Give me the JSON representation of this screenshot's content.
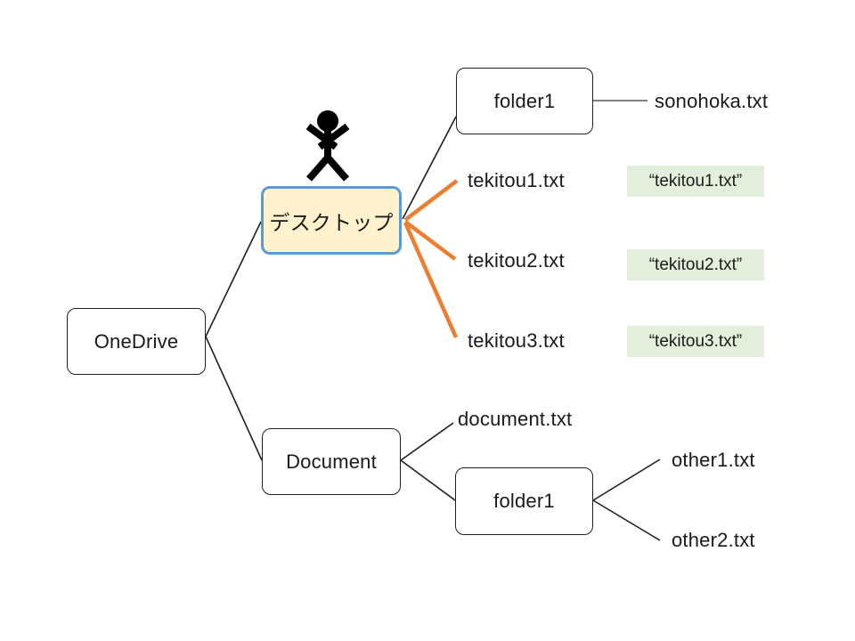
{
  "diagram_title": "OneDrive folder tree diagram",
  "colors": {
    "background": "#FFFFFF",
    "node_border": "#1F1F1F",
    "desktop_fill": "#FFF2CC",
    "desktop_border": "#5B9BD5",
    "highlight_line": "#ED7D31",
    "content_box_fill": "#E2EFDA",
    "gray_connector": "#7F7F7F",
    "person_icon": "#000000"
  },
  "nodes": {
    "onedrive": {
      "label": "OneDrive"
    },
    "desktop": {
      "label": "デスクトップ"
    },
    "folder1_top": {
      "label": "folder1"
    },
    "document": {
      "label": "Document"
    },
    "folder1_bottom": {
      "label": "folder1"
    }
  },
  "files": {
    "sonohoka": {
      "label": "sonohoka.txt"
    },
    "tekitou1": {
      "label": "tekitou1.txt"
    },
    "tekitou2": {
      "label": "tekitou2.txt"
    },
    "tekitou3": {
      "label": "tekitou3.txt"
    },
    "document_txt": {
      "label": "document.txt"
    },
    "other1": {
      "label": "other1.txt"
    },
    "other2": {
      "label": "other2.txt"
    }
  },
  "file_contents": {
    "tekitou1": {
      "label": "“tekitou1.txt”"
    },
    "tekitou2": {
      "label": "“tekitou2.txt”"
    },
    "tekitou3": {
      "label": "“tekitou3.txt”"
    }
  },
  "icons": {
    "person": "person-stick-figure-icon"
  }
}
